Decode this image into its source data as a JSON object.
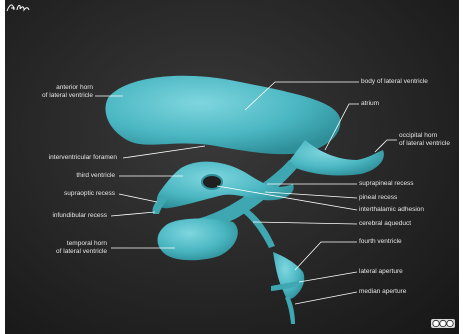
{
  "image": {
    "labels_left": {
      "anterior_horn": [
        "anterior horn",
        "of lateral ventricle"
      ],
      "interventricular_foramen": "interventricular foramen",
      "third_ventricle": "third ventricle",
      "supraoptic_recess": "supraoptic recess",
      "infundibular_recess": "infundibular recess",
      "temporal_horn": [
        "temporal horn",
        "of lateral ventricle"
      ]
    },
    "labels_right": {
      "body_lateral": "body of lateral ventricle",
      "atrium": "atrium",
      "occipital_horn": [
        "occipital horn",
        "of lateral ventricle"
      ],
      "suprapineal_recess": "suprapineal recess",
      "pineal_recess": "pineal recess",
      "interthalamic_adhesion": "interthalamic adhesion",
      "cerebral_aqueduct": "cerebral aqueduct",
      "fourth_ventricle": "fourth ventricle",
      "lateral_aperture": "lateral aperture",
      "median_aperture": "median aperture"
    },
    "signature_text": "A. Baus",
    "license_text": "CC BY-SA",
    "colors": {
      "background": "#262626",
      "ventricle": "#4fbcc6",
      "ventricle_dark": "#2e8f99",
      "label_text": "#e6e6e6",
      "leader_line": "#ffffff"
    }
  }
}
